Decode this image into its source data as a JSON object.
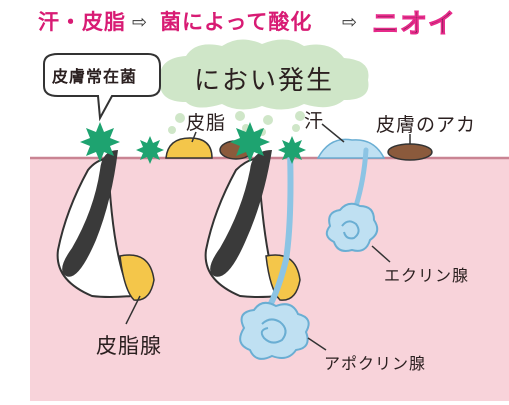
{
  "title": {
    "part1": "汗・皮脂",
    "part2": "菌によって酸化",
    "part3": "ニオイ",
    "arrow_symbol": "⇨",
    "colors": {
      "part1": "#d81b74",
      "part2": "#d81b74",
      "part3": "#1a1a1a",
      "part3_outline": "#e62a8a"
    }
  },
  "labels": {
    "bacteria": "皮膚常在菌",
    "odor": "におい発生",
    "sebum": "皮脂",
    "sweat": "汗",
    "skin_dirt": "皮膚のアカ",
    "eccrine": "エクリン腺",
    "sebaceous": "皮脂腺",
    "apocrine": "アポクリン腺"
  },
  "colors": {
    "skin": "#f8d3da",
    "skin_line": "#c98493",
    "cloud": "#cfe6c8",
    "bacteria": "#1ea370",
    "sebum": "#f4c64a",
    "sweat": "#bfe0f2",
    "dirt": "#8b5a3c",
    "hair": "#3a3a3a"
  }
}
